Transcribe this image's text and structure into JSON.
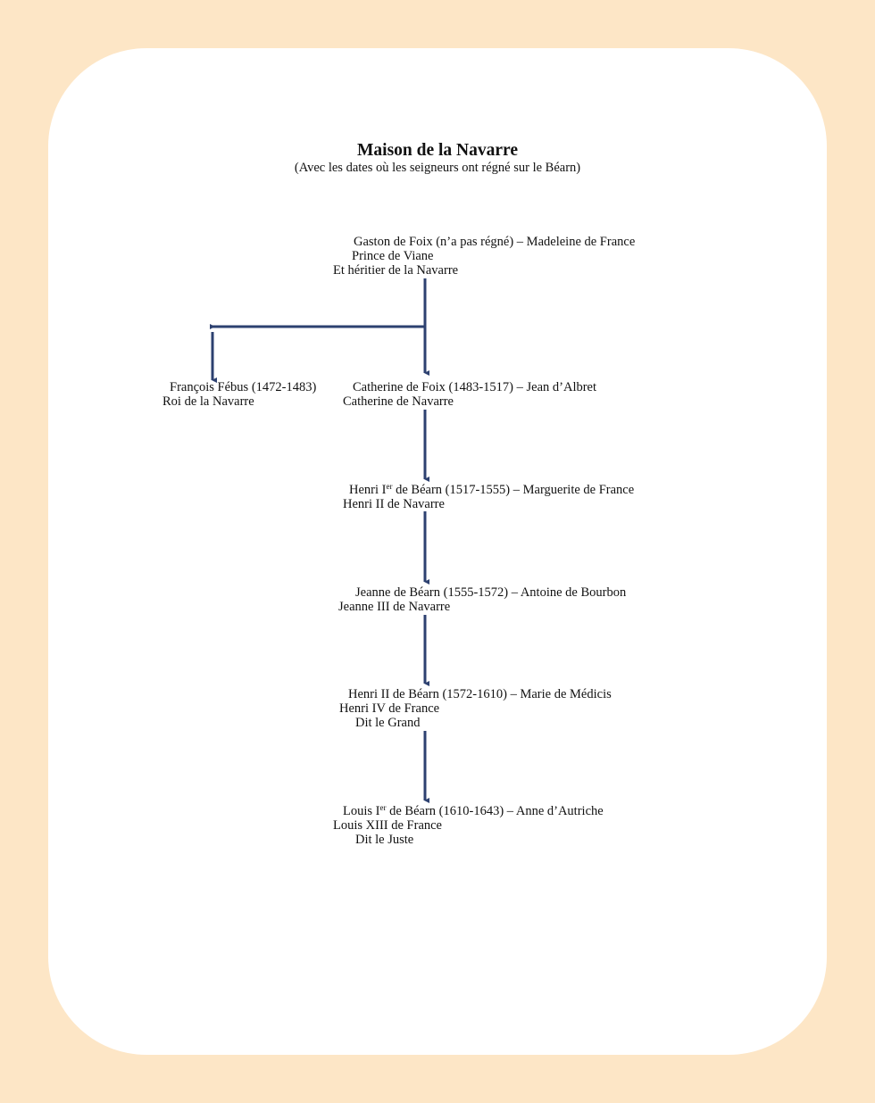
{
  "title": "Maison de la Navarre",
  "subtitle": "(Avec les dates où les seigneurs ont régné sur le Béarn)",
  "colors": {
    "background": "#fde6c6",
    "card": "#ffffff",
    "arrow": "#2d4170"
  },
  "nodes": {
    "gaston": {
      "line1": "Gaston de Foix (n’a pas régné) – Madeleine de France",
      "line2": "Prince de Viane",
      "line3": "Et héritier de la Navarre"
    },
    "francois": {
      "line1": "François Fébus (1472-1483)",
      "line2": "Roi de la Navarre"
    },
    "catherine": {
      "line1": "Catherine de Foix (1483-1517) – Jean d’Albret",
      "line2": "Catherine de Navarre"
    },
    "henri1": {
      "name": "Henri I",
      "sup": "er",
      "rest": " de Béarn (1517-1555) – Marguerite de France",
      "line2": "Henri II de Navarre"
    },
    "jeanne": {
      "line1": "Jeanne de Béarn (1555-1572) – Antoine de Bourbon",
      "line2": "Jeanne III de Navarre"
    },
    "henri2": {
      "line1": "Henri II de Béarn (1572-1610) – Marie de Médicis",
      "line2": "Henri IV de France",
      "line3": "Dit le Grand"
    },
    "louis": {
      "name": "Louis I",
      "sup": "er",
      "rest": " de Béarn (1610-1643) – Anne d’Autriche",
      "line2": "Louis XIII de France",
      "line3": "Dit le Juste"
    }
  }
}
